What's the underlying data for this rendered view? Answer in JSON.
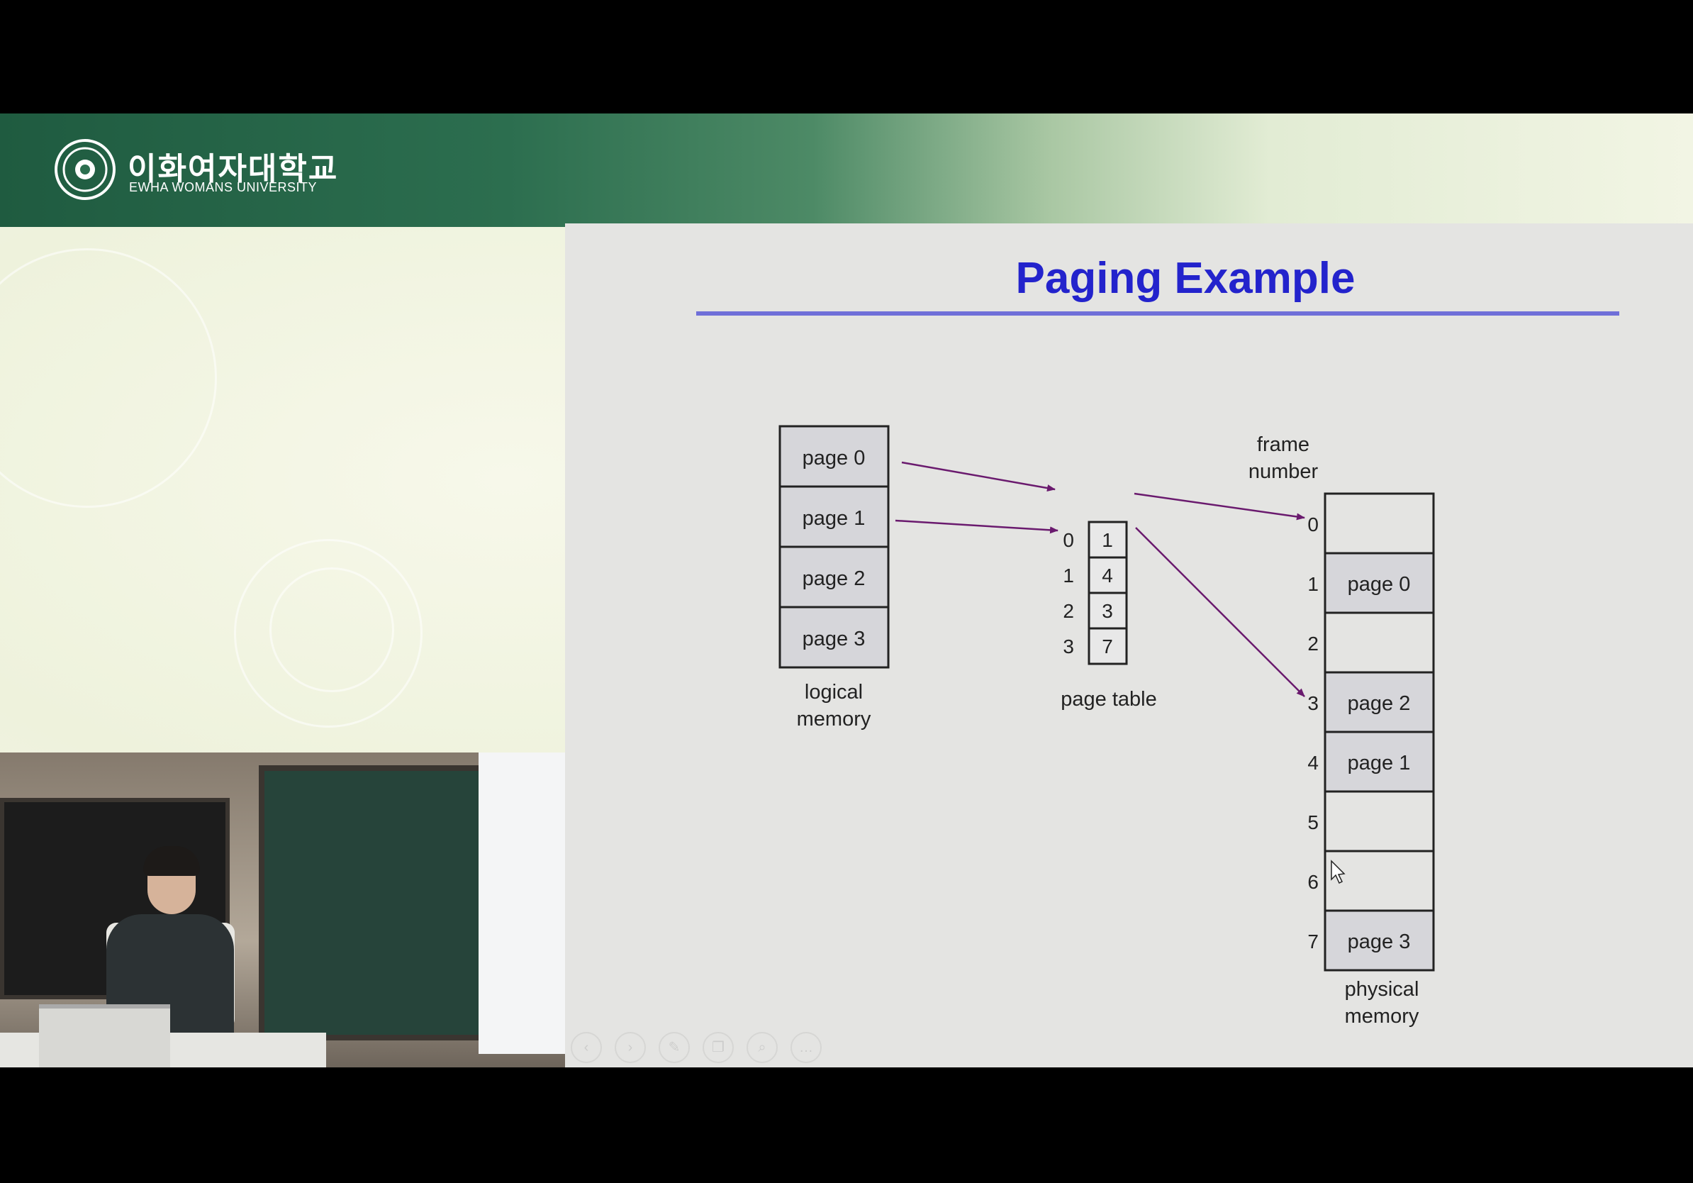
{
  "header": {
    "university_kr": "이화여자대학교",
    "university_en": "EWHA WOMANS UNIVERSITY"
  },
  "slide": {
    "title": "Paging Example",
    "logical_memory": {
      "pages": [
        "page 0",
        "page 1",
        "page 2",
        "page 3"
      ],
      "label_line1": "logical",
      "label_line2": "memory"
    },
    "page_table": {
      "indices": [
        "0",
        "1",
        "2",
        "3"
      ],
      "frames": [
        "1",
        "4",
        "3",
        "7"
      ],
      "label": "page table"
    },
    "physical_memory": {
      "header_line1": "frame",
      "header_line2": "number",
      "frame_numbers": [
        "0",
        "1",
        "2",
        "3",
        "4",
        "5",
        "6",
        "7"
      ],
      "contents": [
        "",
        "page 0",
        "",
        "page 2",
        "page 1",
        "",
        "",
        "page 3"
      ],
      "label_line1": "physical",
      "label_line2": "memory"
    }
  },
  "colors": {
    "title": "#2323cc",
    "rule": "#6f6fd8",
    "arrow": "#6a1a6e",
    "box_fill": "#d6d6da",
    "slide_bg": "#e4e4e2"
  },
  "icons": [
    "prev-icon",
    "next-icon",
    "pen-icon",
    "copy-icon",
    "zoom-icon",
    "more-icon"
  ]
}
